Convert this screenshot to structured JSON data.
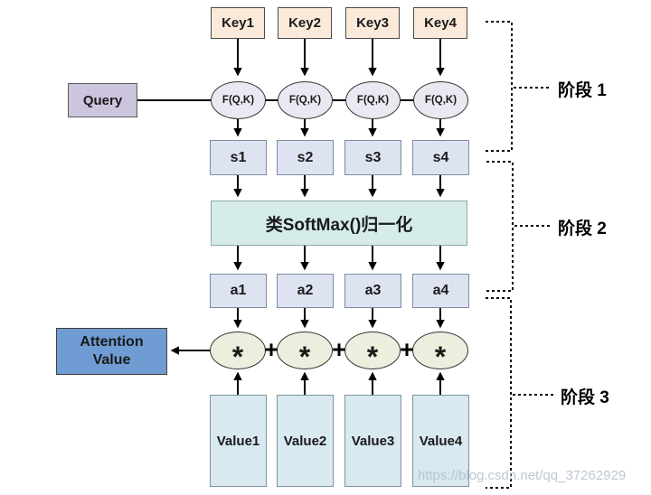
{
  "diagram": {
    "keys": [
      "Key1",
      "Key2",
      "Key3",
      "Key4"
    ],
    "query_label": "Query",
    "score_function_label": "F(Q,K)",
    "score_boxes": [
      "s1",
      "s2",
      "s3",
      "s4"
    ],
    "softmax_label": "类SoftMax()归一化",
    "weight_boxes": [
      "a1",
      "a2",
      "a3",
      "a4"
    ],
    "multiply_symbol": "*",
    "plus_symbol": "+",
    "attention_value_label": "Attention Value",
    "value_boxes": [
      "Value1",
      "Value2",
      "Value3",
      "Value4"
    ],
    "stages": [
      "阶段 1",
      "阶段 2",
      "阶段 3"
    ],
    "watermark": "https://blog.csdn.net/qq_37262929",
    "colors": {
      "key_fill": "#fbe9da",
      "query_fill": "#cdc4dd",
      "score_function_fill": "#eae9f2",
      "score_fill": "#dde3f1",
      "softmax_fill": "#d6eceb",
      "multiply_fill": "#edeedd",
      "attention_fill": "#6f9cd3",
      "value_fill": "#d8e9ef",
      "arrow": "#000000"
    }
  }
}
